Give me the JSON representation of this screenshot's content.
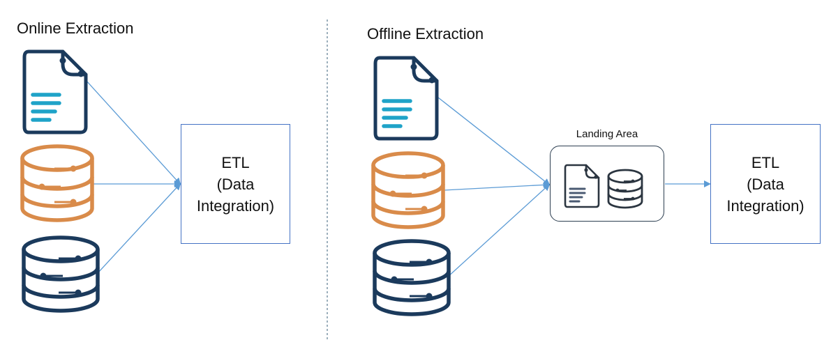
{
  "online": {
    "title": "Online Extraction",
    "etl": {
      "line1": "ETL",
      "line2": "(Data",
      "line3": "Integration)"
    }
  },
  "offline": {
    "title": "Offline Extraction",
    "landing_area_label": "Landing Area",
    "etl": {
      "line1": "ETL",
      "line2": "(Data",
      "line3": "Integration)"
    }
  },
  "icons": {
    "document": "document-icon",
    "orange_database": "database-icon",
    "navy_database": "database-icon"
  },
  "colors": {
    "navy": "#1b3a5c",
    "document_lines": "#1fa3c8",
    "orange": "#d98b4a",
    "arrow": "#5b9bd5",
    "etl_border": "#4472c4",
    "divider": "#5a7a90",
    "landing_icons": "#2b3540",
    "landing_doc_lines": "#4a5a72"
  }
}
